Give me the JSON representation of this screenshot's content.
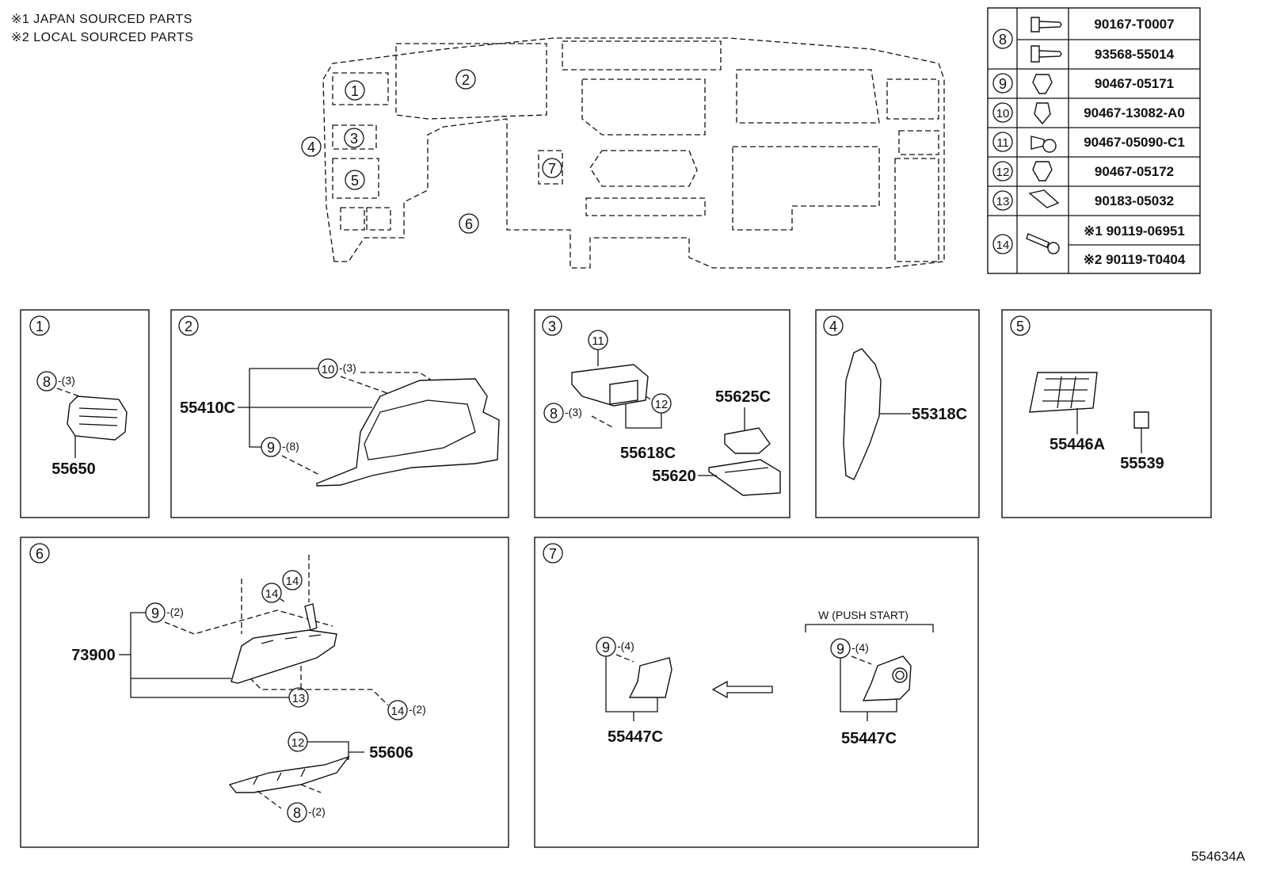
{
  "notes": {
    "japan": "※1  JAPAN SOURCED PARTS",
    "local": "※2  LOCAL SOURCED PARTS"
  },
  "overview": {
    "callouts": [
      "1",
      "2",
      "3",
      "4",
      "5",
      "6",
      "7"
    ]
  },
  "fastener_table": {
    "rows": [
      {
        "ref": "8",
        "parts": [
          "90167-T0007",
          "93568-55014"
        ],
        "icon": "screw-icon"
      },
      {
        "ref": "9",
        "parts": [
          "90467-05171"
        ],
        "icon": "clip-icon"
      },
      {
        "ref": "10",
        "parts": [
          "90467-13082-A0"
        ],
        "icon": "clip-icon"
      },
      {
        "ref": "11",
        "parts": [
          "90467-05090-C1"
        ],
        "icon": "pin-icon"
      },
      {
        "ref": "12",
        "parts": [
          "90467-05172"
        ],
        "icon": "clip-icon"
      },
      {
        "ref": "13",
        "parts": [
          "90183-05032"
        ],
        "icon": "nut-icon"
      },
      {
        "ref": "14",
        "parts": [
          "※1 90119-06951",
          "※2 90119-T0404"
        ],
        "icon": "bolt-icon"
      }
    ]
  },
  "panels": {
    "p1": {
      "num": "1",
      "part": "55650",
      "ref": "8",
      "qty": "-(3)"
    },
    "p2": {
      "num": "2",
      "part": "55410C",
      "ref_a": "10",
      "qty_a": "-(3)",
      "ref_b": "9",
      "qty_b": "-(8)"
    },
    "p3": {
      "num": "3",
      "ref_a": "11",
      "ref_b": "12",
      "ref_c": "8",
      "qty_c": "-(3)",
      "part_a": "55618C",
      "part_b": "55625C",
      "part_c": "55620"
    },
    "p4": {
      "num": "4",
      "part": "55318C"
    },
    "p5": {
      "num": "5",
      "part_a": "55446A",
      "part_b": "55539"
    },
    "p6": {
      "num": "6",
      "part_a": "73900",
      "part_b": "55606",
      "ref_a": "9",
      "qty_a": "-(2)",
      "ref_b": "14",
      "ref_c": "14",
      "ref_d": "13",
      "ref_e": "14",
      "qty_e": "-(2)",
      "ref_f": "12",
      "ref_g": "8",
      "qty_g": "-(2)"
    },
    "p7": {
      "num": "7",
      "variant": "W (PUSH START)",
      "part_a": "55447C",
      "part_b": "55447C",
      "ref_a": "9",
      "qty_a": "-(4)",
      "ref_b": "9",
      "qty_b": "-(4)"
    }
  },
  "footer": {
    "code": "554634A"
  }
}
